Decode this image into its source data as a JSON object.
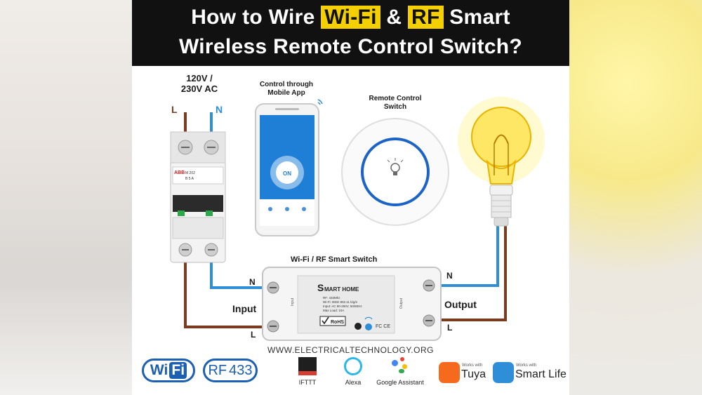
{
  "title": {
    "line1_prefix": "How to Wire ",
    "line1_wifi": "Wi-Fi",
    "line1_amp": " & ",
    "line1_rf": "RF",
    "line1_suffix": " Smart",
    "line2": "Wireless Remote Control Switch?"
  },
  "supply": {
    "voltage_line1": "120V /",
    "voltage_line2": "230V AC",
    "L": "L",
    "N": "N"
  },
  "breaker": {
    "brand": "ABB",
    "model": "M 202",
    "rating": "B 5 A"
  },
  "phone": {
    "caption_line1": "Control through",
    "caption_line2": "Mobile App",
    "on_label": "ON"
  },
  "remote": {
    "caption_line1": "Remote Control",
    "caption_line2": "Switch"
  },
  "smart_switch": {
    "caption": "Wi-Fi / RF Smart Switch",
    "brand_s": "S",
    "brand_rest": "MART HOME",
    "spec1": "RF: 433Mhz",
    "spec2": "Wi-Fi: IEEE 802.11 b/g/n",
    "spec3": "Input: AC 90-250V, 50/60Hz",
    "spec4": "Max Load: 10A",
    "rohs": "RoHS",
    "ce": "FC CE",
    "input_side": "Input",
    "output_side": "Output"
  },
  "wiring": {
    "input_label": "Input",
    "output_label": "Output",
    "N_in": "N",
    "L_in": "L",
    "N_out": "N",
    "L_out": "L"
  },
  "website": "WWW.ELECTRICALTECHNOLOGY.ORG",
  "logos": {
    "wifi_a": "Wi",
    "wifi_b": "Fi",
    "rf_a": "RF",
    "rf_b": "433",
    "ifttt": "IFTTT",
    "alexa": "Alexa",
    "google": "Google Assistant",
    "tuya_small": "Works with",
    "tuya_big": "Tuya",
    "smartlife_small": "Works with",
    "smartlife_big": "Smart Life"
  },
  "colors": {
    "live_wire": "#7a3b1e",
    "neutral_wire": "#2e8fd8",
    "title_bg": "#111111",
    "highlight": "#f5d000",
    "logo_blue": "#1d5fb0"
  }
}
